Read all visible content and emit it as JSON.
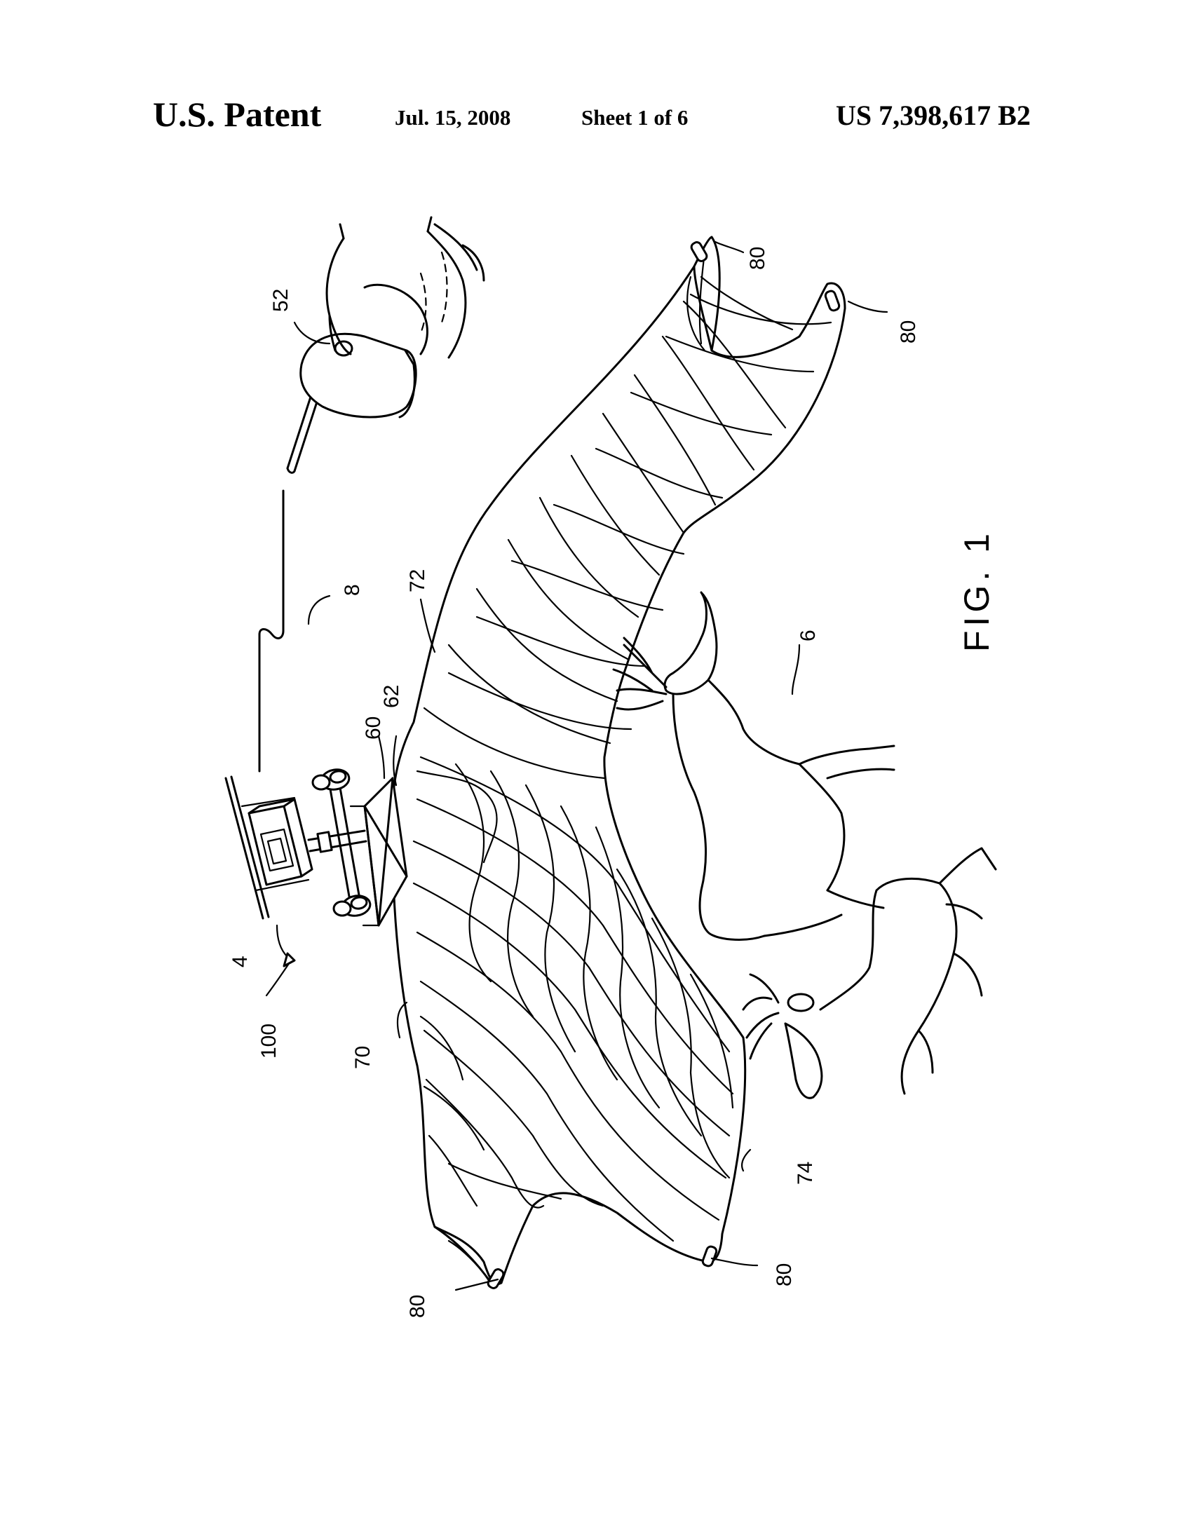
{
  "header": {
    "title": "U.S. Patent",
    "date": "Jul. 15, 2008",
    "sheet": "Sheet 1 of 6",
    "patent_number": "US 7,398,617 B2"
  },
  "figure": {
    "label": "FIG. 1",
    "refs": {
      "r100": "100",
      "r4": "4",
      "r60": "60",
      "r62": "62",
      "r8": "8",
      "r52": "52",
      "r72": "72",
      "r70": "70",
      "r74": "74",
      "r6": "6",
      "r80_top_left": "80",
      "r80_top_right": "80",
      "r80_bottom_left": "80",
      "r80_bottom_right": "80"
    }
  }
}
